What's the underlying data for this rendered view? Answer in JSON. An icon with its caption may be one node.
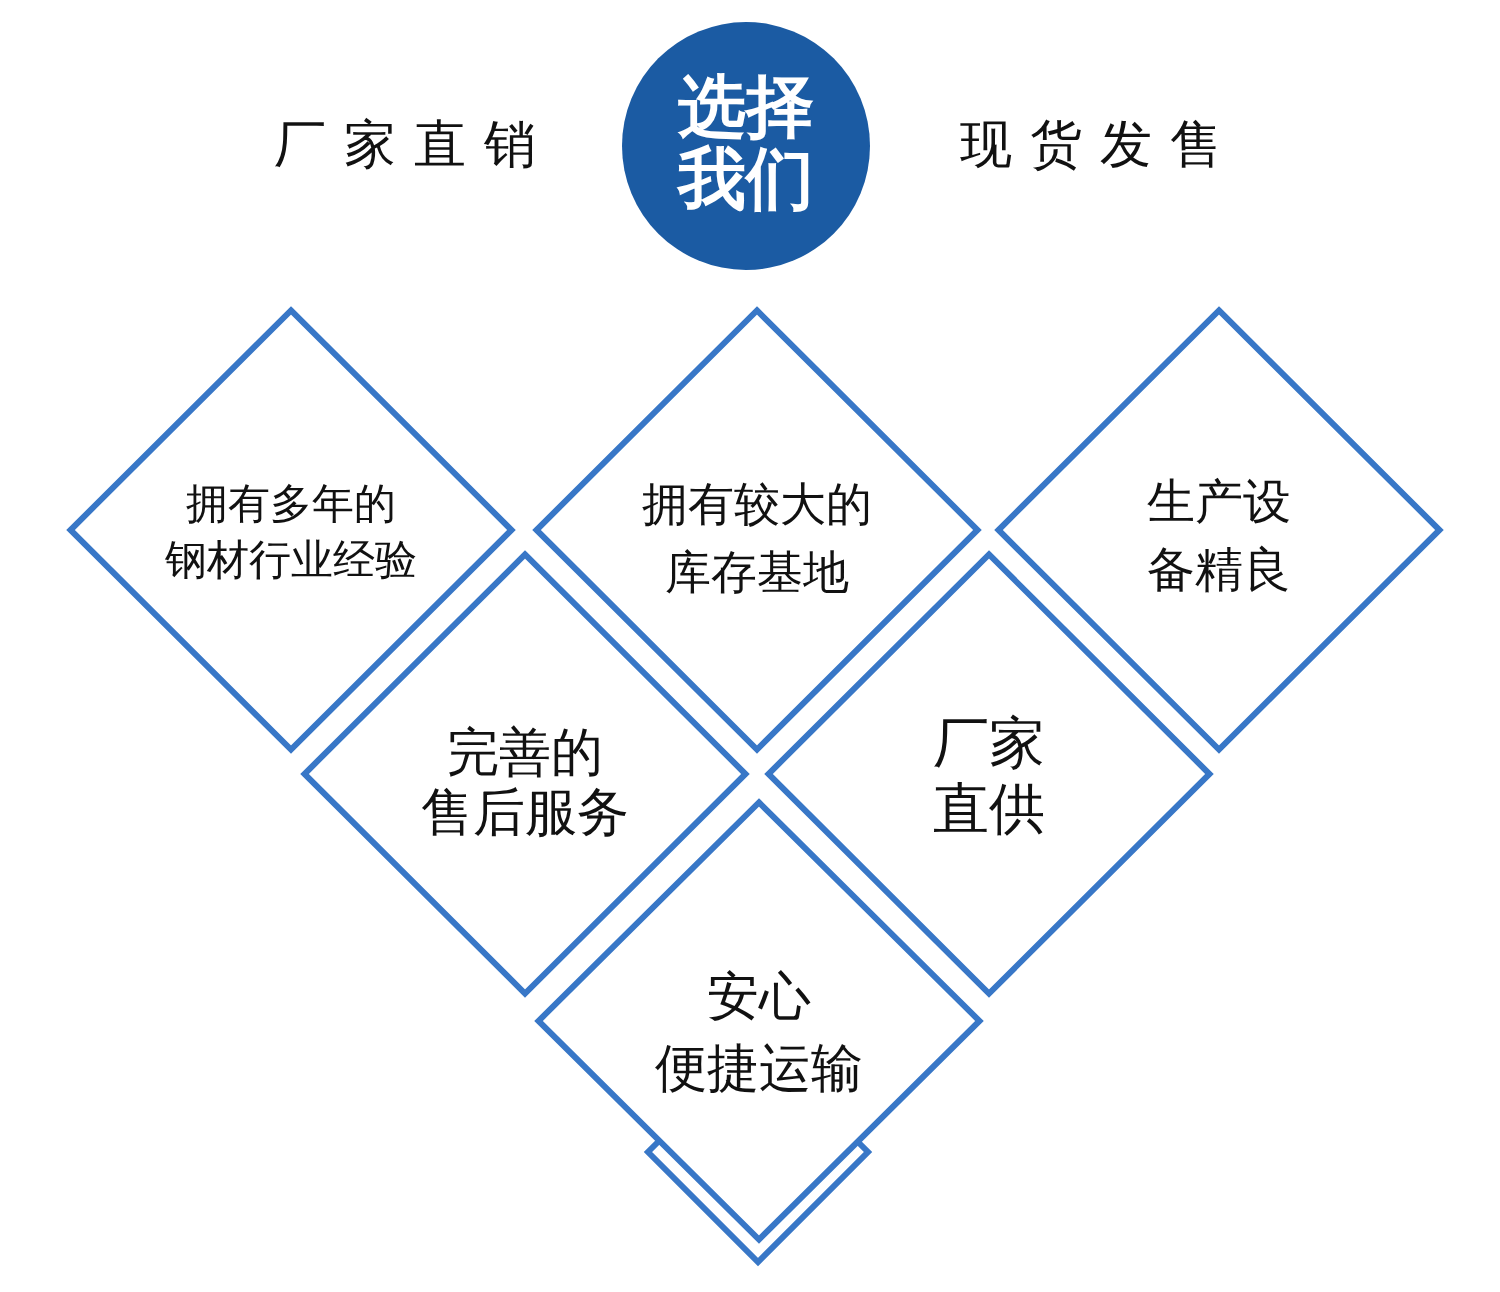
{
  "diagram": {
    "nodes": [
      {
        "text": [
          "选择我们"
        ]
      },
      {
        "text": [
          "拥有多年的钢材行业经验"
        ]
      },
      {
        "text": [
          "拥有较大的库存基地"
        ]
      },
      {
        "text": [
          "生产设备精良"
        ]
      },
      {
        "text": [
          "完善的售后服务"
        ]
      },
      {
        "text": [
          "厂家直供"
        ]
      },
      {
        "text": [
          "安心便捷运输"
        ]
      }
    ],
    "labels": [
      "厂家直销",
      "现货发售"
    ]
  }
}
